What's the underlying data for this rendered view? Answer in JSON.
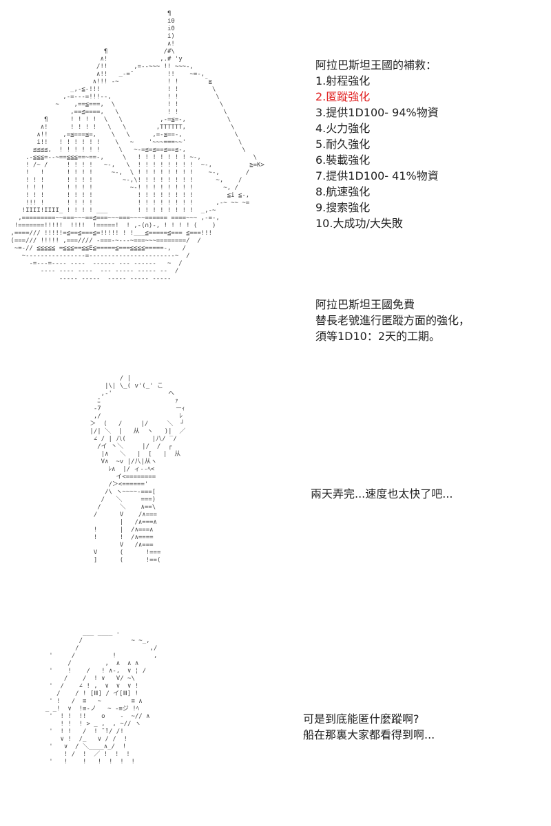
{
  "upgrade_menu": {
    "title": "阿拉巴斯坦王國的補救：",
    "options": [
      "1.射程強化",
      "2.匿蹤強化",
      "3.提供1D100- 94%物資",
      "4.火力強化",
      "5.耐久強化",
      "6.裝載強化",
      "7.提供1D100- 41%物資",
      "8.航速強化",
      "9.搜索強化",
      "10.大成功/大失敗"
    ],
    "highlight_color": "#e02020"
  },
  "free_note": {
    "lines": [
      "阿拉巴斯坦王國免費",
      "替長老號進行匿蹤方面的強化，",
      "須等1D10：2天的工期。"
    ]
  },
  "dialogue": {
    "boy_line": "兩天弄完...速度也太快了吧...",
    "girl_lines": [
      "可是到底能匿什麼蹤啊?",
      "船在那裏大家都看得到啊..."
    ]
  },
  "art": {
    "ship": "                                           ¶\n                                           i0\n                                           i0\n                                           i)\n                                           ∧!\n                          ¶               /#\\\n                         ∧!              ,.# 'y\n                        /!!       ,=--~~~ !! ~~~-,\n                        ∧!!   _-=¨         !!    ~=-,\n                       ∧!!! -~             ! !       ¨≧\n                 _,-≦-!!!                  ! !         \\\n               ,-=---=!!!--,               ! !          \\\n             ~    ,==≦===,  \\              ! !           \\\n                 ,==≦====,   \\             ! !            \\\n          ¶      ! ! ! !  \\   \\          ,-=≦=-,           \\\n         ∧!      ! ! ! !   \\   \\        ,TTTTTT,            \\\n        ∧!!    ,=≦===≦=,    \\   \\      ,=-≦==-,              \\\n        i!!   ! ! ! ! ! !    \\   ~    '~~~===~~'              \\\n       ≦≦≦≦,  ! ! ! ! ! !     \\   ~-=≦=≦==≦==≦-,               \\\n     .-≦≦≦=--~==≦≦≦==~==-,     \\   ! ! ! ! ! ! ! ~-,              \\\n     ! /~ /     ! ! ! !   ~-,   \\  ! ! ! ! ! ! ! !  ~-,          ≧=K>\n     !   !      ! ! ! !     ~-,  \\ ! ! ! ! ! ! ! !    ~-,       /\n     ! ! !      ! ! ! !        ~-,\\! ! ! ! ! ! ! !      ~,    /\n     ! ! !      ! ! ! !          ~-! ! ! ! ! ! ! !        ~, /\n     ! ! !      ! ! ! !            ! ! ! ! ! ! ! !         ≦i ≦-,\n     !!! !      ! ! ! !            ! ! ! ! ! ! ! !      ,-~ ~~ ~=\n    !IIII!IIII_ ! ! ! ! ___        ! ! ! ! ! ! ! !  _,-~\n   ,=========~~===~~~==≦===~~~===~~~~====== ====~~~ ,-=-,\n  !=======!!!!!  !!!!  !=====!  ! ,-(∩)-, ! ! ! ! (    )\n ,====/// !!!!!=≦==≦===≦=!!!!! ! !___≦=====≦=== ≦===!!!\n (===/// !!!!! ,===//// -===-~---~===~~~========/  /\n  ~=-// ≦≦≦≦≦ =≦≦≦==≦≦E≦=====≦===≦≦≦≦=====-,   /\n    ~----------------=-----------------------~  /\n      -=---=---- ----  ------ --- ------   ~  /\n         ---- ---- ----  --- ----- ----- --  /\n              ----- -----  ----- ----- -----",
    "boy": "         / |\n     |\\| \\_( v'(_' こ\n    ,-'               へ\n   ﾆ                    ｧ\n  -7                    ーｨ\n  ,/                     ﾚ\n ＞  (   /     |/     ＼  ┘\n |/| ＼  |   从  ヽ   )|  ／\n  ∠ / | 八(       |八/ ‾/\n   /イ 丶＼     |/  /  ┌\n    |∧   ＼   |  [   |  从\n    V∧  ~v |/八|从ヽ\n      ﾚ∧  |/ ィ--ﾍ<\n        イ<========\n      /＞<======'\n     /\\ ヽ~~~~-===[\n    /   ＼     ===)\n   /     ＼    ∧==\\\n  /      V    /∧===\n         |   /∧===∧\n  !      |  /∧===∧\n  !      !  /∧====\n         V   /∧===\n  V      (      !===\n  ]      (      !==(",
    "girl": "            ___ ____ -\n           /             ~ ~_,\n          /                   ,/\n   '     /          !          ,\n        /         ,  ∧  ∧ ∧\n   '    !    /   ! ∧-,  ∨ ¦ /\n       /    /  ! ∨   V/ ~\\\n   '  /    ∠ ! ,  ∨  ∨  ∨ !\n     /    / ! [Ⅲ] / イ[Ⅲ] !\n   ' !   /  ≡   ~        ≡ ∧\n  _ _!  ∨  !≡-ノ   ~ -≡ジ !ﾍ\n   '  ! !  !!    ο    -  ~// ∧\n      ! !  ! > _ ,  , ~// ヽ\n   '  ! !   /  ! ̄ ̄!/ /!\n      ∨ !  /_   ∨ / /  !\n   '   ∨  / ＼____∧_/  !\n       ! /  !  ／ !  !  !\n   '   !    !   !  !  !  !"
  }
}
